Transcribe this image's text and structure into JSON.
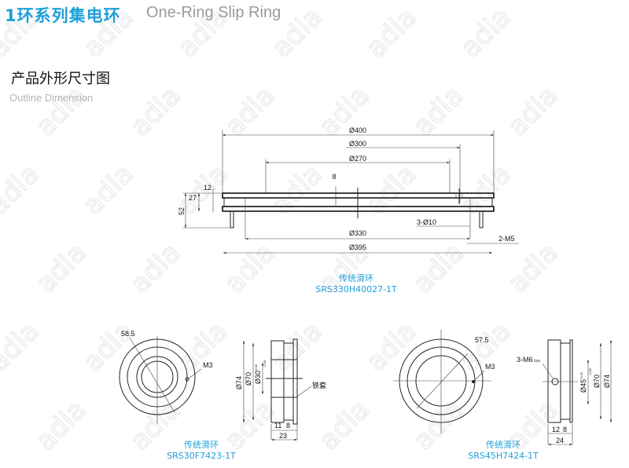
{
  "header": {
    "title_cn": "1环系列集电环",
    "title_en": "One-Ring Slip Ring"
  },
  "section": {
    "title_cn": "产品外形尺寸图",
    "title_en": "Outline Dimension"
  },
  "watermark": "adla",
  "drawing_main": {
    "dims": {
      "d400": "Ø400",
      "d300": "Ø300",
      "d270": "Ø270",
      "gap": "8",
      "h12": "12",
      "h27": "27",
      "h52": "52",
      "holes": "3-Ø10",
      "d330": "Ø330",
      "d395": "Ø395",
      "thread": "2-M5"
    },
    "caption_cn": "传统滑环",
    "caption_model": "SRS330H40027-1T"
  },
  "drawing_left": {
    "dims": {
      "pcd": "58.5",
      "thread": "M3",
      "d74": "Ø74",
      "d70": "Ø70",
      "d30": "Ø30",
      "tol_up": "+0.05",
      "tol_dn": "-0.05",
      "w11": "11",
      "w8": "8",
      "w23": "23",
      "sleeve": "铁套"
    },
    "caption_cn": "传统滑环",
    "caption_model": "SRS30F7423-1T"
  },
  "drawing_right": {
    "dims": {
      "pcd": "57.5",
      "thread": "M3",
      "holes": "3-M6",
      "holes_note": "均布",
      "d45": "Ø45",
      "tol_up": "+0.05",
      "tol_dn": "-0.05",
      "d70": "Ø70",
      "d74": "Ø74",
      "w12": "12",
      "w8": "8",
      "w24": "24"
    },
    "caption_cn": "传统滑环",
    "caption_model": "SRS45H7424-1T"
  }
}
